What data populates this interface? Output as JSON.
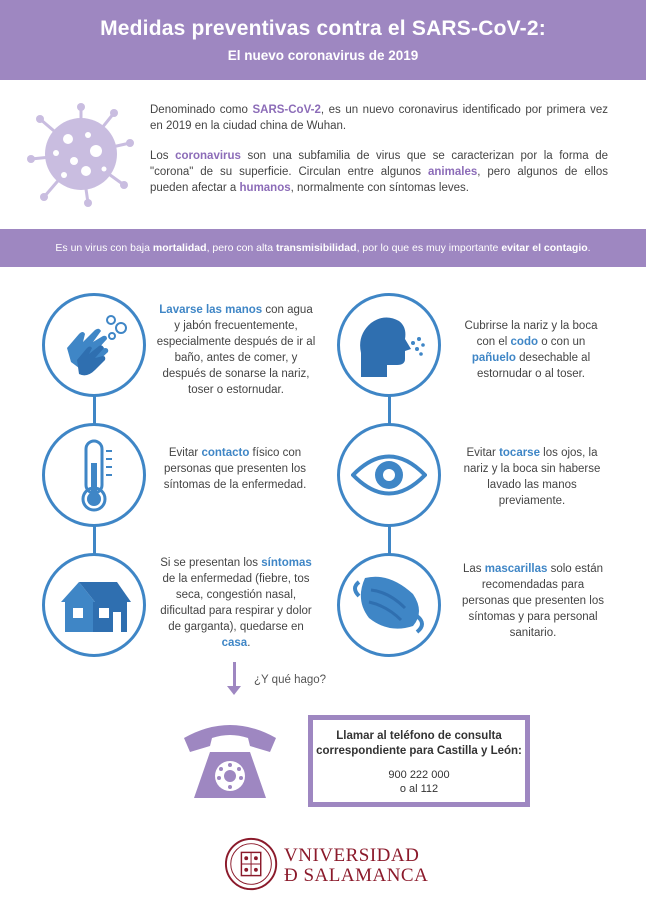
{
  "header": {
    "title": "Medidas preventivas contra el SARS-CoV-2:",
    "subtitle": "El nuevo coronavirus de 2019"
  },
  "intro": {
    "p1_a": "Denominado como ",
    "p1_b": "SARS-CoV-2",
    "p1_c": ", es un nuevo coronavirus identificado por primera vez en 2019 en la ciudad china de Wuhan.",
    "p2_a": "Los ",
    "p2_b": "coronavirus",
    "p2_c": " son una subfamilia de virus que se caracterizan por la forma de \"corona\" de su superficie. Circulan entre algunos ",
    "p2_d": "animales",
    "p2_e": ", pero algunos de ellos pueden afectar a ",
    "p2_f": "humanos",
    "p2_g": ", normalmente con síntomas leves."
  },
  "banner": {
    "a": "Es un virus con baja ",
    "b": "mortalidad",
    "c": ", pero con alta ",
    "d": "transmisibilidad",
    "e": ", por lo que es muy importante ",
    "f": "evitar el contagio",
    "g": "."
  },
  "tips": {
    "hands": {
      "a": "Lavarse las manos",
      "b": " con agua y jabón frecuentemente, especialmente después de ir al baño, antes de comer, y después de sonarse la nariz, toser o estornudar."
    },
    "cover": {
      "a": "Cubrirse la nariz y la boca con el ",
      "b": "codo",
      "c": " o con un ",
      "d": "pañuelo",
      "e": " desechable al estornudar o al toser."
    },
    "contact": {
      "a": "Evitar ",
      "b": "contacto",
      "c": " físico con personas que presenten los síntomas de la enfermedad."
    },
    "touch": {
      "a": "Evitar ",
      "b": "tocarse",
      "c": " los ojos, la nariz y la boca sin haberse lavado las manos previamente."
    },
    "symptoms": {
      "a": "Si se presentan los ",
      "b": "síntomas",
      "c": " de la enfermedad (fiebre, tos seca, congestión nasal, dificultad para respirar y dolor de garganta), quedarse en ",
      "d": "casa",
      "e": "."
    },
    "masks": {
      "a": "Las ",
      "b": "mascarillas",
      "c": " solo están recomendadas para personas que presenten los síntomas y para personal sanitario."
    }
  },
  "question": "¿Y qué hago?",
  "call": {
    "title": "Llamar al teléfono de consulta correspondiente para Castilla y León:",
    "number": "900 222 000",
    "alt": "o al 112"
  },
  "logo": {
    "line1": "VNIVERSIDAD",
    "line2": "Ð SALAMANCA"
  },
  "colors": {
    "purple": "#9e87c1",
    "blue": "#3f86c6",
    "logo_red": "#8b1a2b"
  },
  "icons": [
    "virus-icon",
    "hands-washing-icon",
    "sneeze-icon",
    "thermometer-icon",
    "eye-icon",
    "house-icon",
    "mask-icon",
    "phone-icon",
    "university-seal-icon"
  ]
}
